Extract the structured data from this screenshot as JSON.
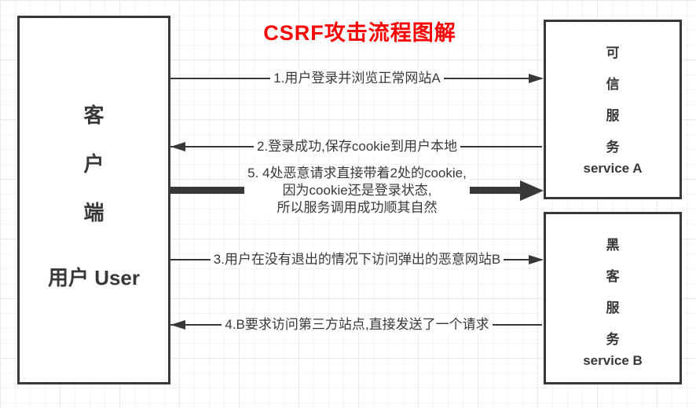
{
  "title": {
    "text": "CSRF攻击流程图解",
    "color": "#ff0000"
  },
  "colors": {
    "line": "#383838",
    "box_border": "#383838",
    "box_bg": "#ffffff",
    "grid_minor": "#f4f4f4",
    "grid_major": "#e9e9e9"
  },
  "boxes": {
    "client": {
      "chars": [
        "客",
        "户",
        "端"
      ],
      "label": "用户 User"
    },
    "service_a": {
      "chars": [
        "可",
        "信",
        "服",
        "务"
      ],
      "label": "service A"
    },
    "service_b": {
      "chars": [
        "黑",
        "客",
        "服",
        "务"
      ],
      "label": "service B"
    }
  },
  "arrows": [
    {
      "id": "1",
      "from": "client",
      "to": "service_a",
      "direction": "right",
      "thick": false,
      "label": "1.用户登录并浏览正常网站A"
    },
    {
      "id": "2",
      "from": "service_a",
      "to": "client",
      "direction": "left",
      "thick": false,
      "label": "2.登录成功,保存cookie到用户本地"
    },
    {
      "id": "5",
      "from": "client",
      "to": "service_a",
      "direction": "right",
      "thick": true,
      "label_lines": [
        "5. 4处恶意请求直接带着2处的cookie,",
        "因为cookie还是登录状态,",
        "所以服务调用成功顺其自然"
      ]
    },
    {
      "id": "3",
      "from": "client",
      "to": "service_b",
      "direction": "right",
      "thick": false,
      "label": "3.用户在没有退出的情况下访问弹出的恶意网站B"
    },
    {
      "id": "4",
      "from": "service_b",
      "to": "client",
      "direction": "left",
      "thick": false,
      "label": "4.B要求访问第三方站点,直接发送了一个请求"
    }
  ]
}
